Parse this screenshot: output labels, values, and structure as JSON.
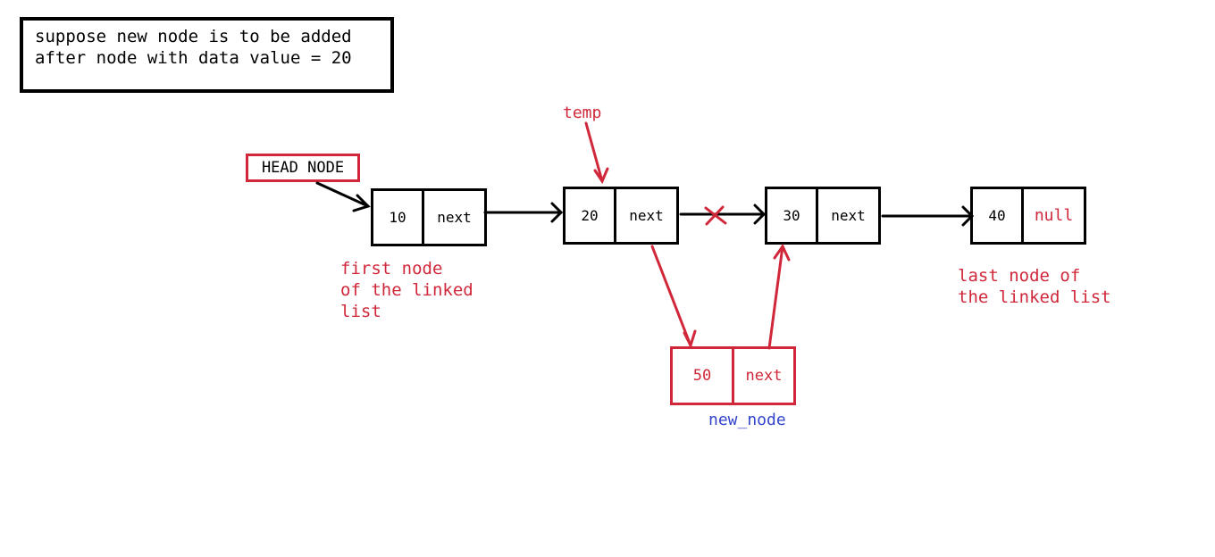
{
  "note": "suppose new node is to be added\nafter node with data value = 20",
  "head_label": "HEAD NODE",
  "temp_label": "temp",
  "nodes": [
    {
      "data": "10",
      "next": "next"
    },
    {
      "data": "20",
      "next": "next"
    },
    {
      "data": "30",
      "next": "next"
    },
    {
      "data": "40",
      "next": "null"
    }
  ],
  "new_node": {
    "data": "50",
    "next": "next",
    "label": "new_node"
  },
  "first_caption": "first node\nof the linked\nlist",
  "last_caption": "last node of\nthe linked list",
  "colors": {
    "accent": "#d0283a",
    "label_blue": "#3344cc",
    "ink": "#000000"
  }
}
